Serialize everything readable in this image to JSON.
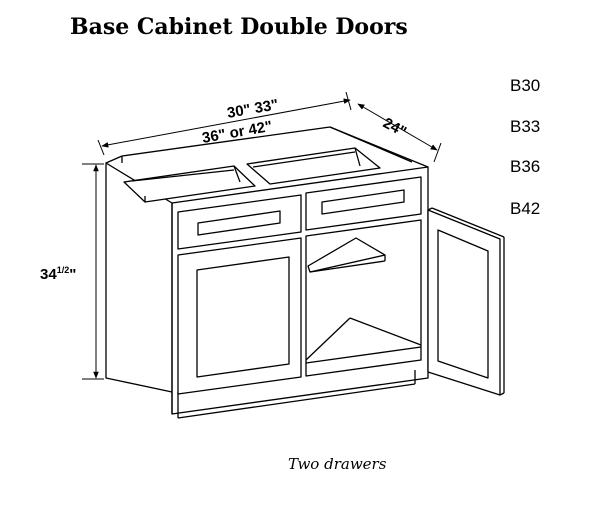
{
  "title": "Base Cabinet Double Doors",
  "models": [
    "B30",
    "B33",
    "B36",
    "B42"
  ],
  "dimensions": {
    "width_line1": "30\" 33\"",
    "width_line2": "36\" or 42\"",
    "depth": "24\"",
    "height_whole": "34",
    "height_fraction": "1/2",
    "height_unit": "\""
  },
  "caption": "Two drawers"
}
